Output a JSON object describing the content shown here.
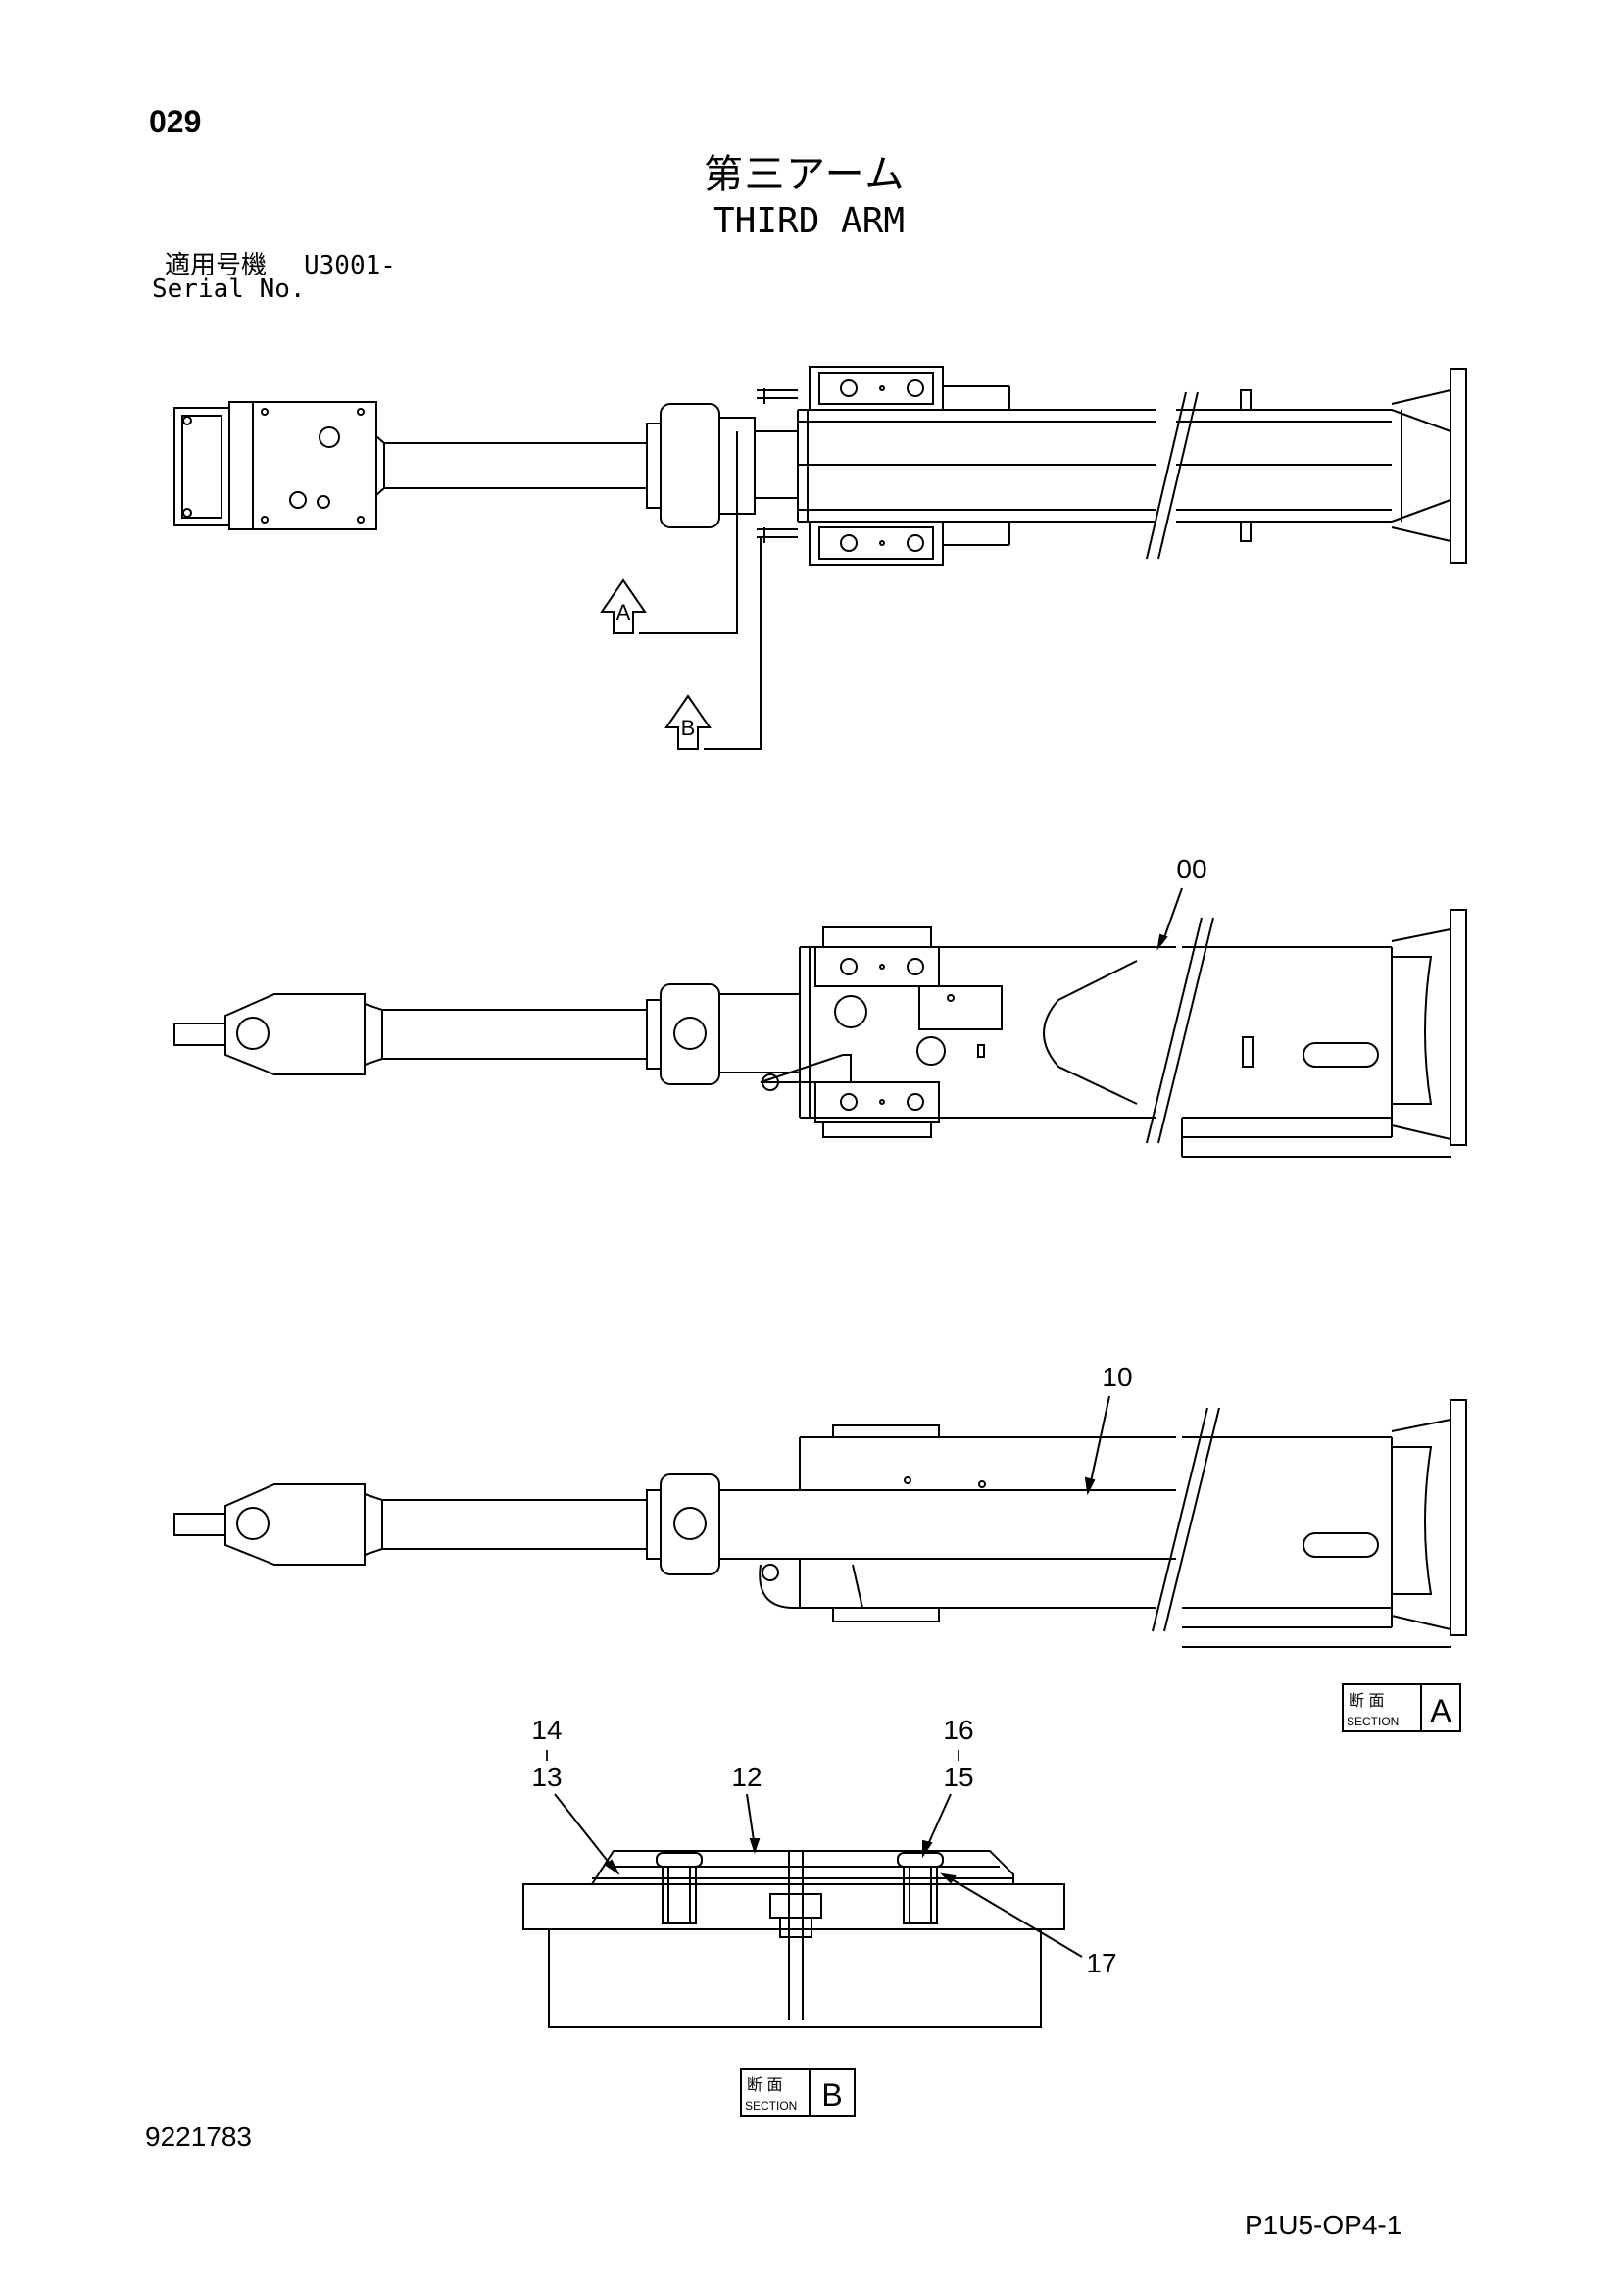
{
  "header": {
    "page_number": "029",
    "title_jp": "第三アーム",
    "title_en": "THIRD ARM",
    "serial_label_jp": "適用号機",
    "serial_value": "U3001-",
    "serial_label_en": "Serial No."
  },
  "callouts": {
    "arrow_a": "A",
    "arrow_b": "B",
    "part_00": "00",
    "part_10": "10",
    "part_12": "12",
    "part_13": "13",
    "part_14": "14",
    "part_15": "15",
    "part_16": "16",
    "part_17": "17",
    "range_dash_left": "ı",
    "range_dash_right": "ı"
  },
  "section_a": {
    "label_jp": "断 面",
    "label_en": "SECTION",
    "letter": "A"
  },
  "section_b": {
    "label_jp": "断 面",
    "label_en": "SECTION",
    "letter": "B"
  },
  "footer": {
    "doc_number": "9221783",
    "page_code": "P1U5-OP4-1"
  }
}
